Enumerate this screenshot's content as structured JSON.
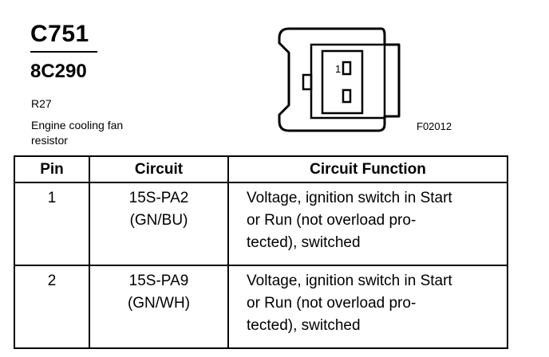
{
  "header": {
    "connector": "C751",
    "part_number": "8C290",
    "ref_code": "R27",
    "description_lines": [
      "Engine cooling fan",
      "resistor"
    ],
    "figure_code": "F02012"
  },
  "diagram": {
    "pin_label": "1"
  },
  "table": {
    "headers": {
      "pin": "Pin",
      "circuit": "Circuit",
      "function": "Circuit Function"
    },
    "rows": [
      {
        "pin": "1",
        "circuit_lines": [
          "15S-PA2",
          "(GN/BU)"
        ],
        "function_lines": [
          "Voltage, ignition switch in Start",
          "or Run (not overload pro-",
          "tected), switched"
        ]
      },
      {
        "pin": "2",
        "circuit_lines": [
          "15S-PA9",
          "(GN/WH)"
        ],
        "function_lines": [
          "Voltage, ignition switch in Start",
          "or Run (not overload pro-",
          "tected), switched"
        ]
      }
    ]
  }
}
